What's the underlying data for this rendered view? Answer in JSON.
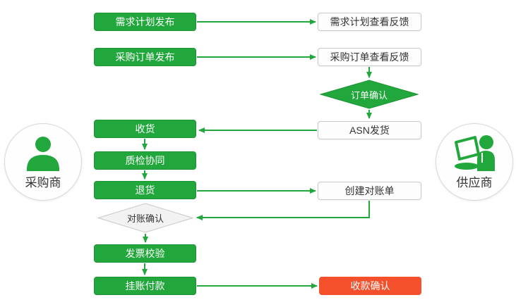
{
  "palette": {
    "green": "#21A73C",
    "green_dark": "#1C9434",
    "red": "#F4502C",
    "box_border": "#C9C9C9",
    "text_dark": "#333333",
    "diamond_fill": "#F2F2F2",
    "circle_border": "#D8D8D8"
  },
  "actors": {
    "buyer": {
      "label": "采购商"
    },
    "supplier": {
      "label": "供应商"
    }
  },
  "nodes": {
    "demand_plan": {
      "label": "需求计划发布",
      "style": "green-box"
    },
    "demand_feedback": {
      "label": "需求计划查看反馈",
      "style": "white-box"
    },
    "po_publish": {
      "label": "采购订单发布",
      "style": "green-box"
    },
    "po_feedback": {
      "label": "采购订单查看反馈",
      "style": "white-box"
    },
    "order_confirm": {
      "label": "订单确认",
      "style": "green-diamond"
    },
    "asn_ship": {
      "label": "ASN发货",
      "style": "white-box"
    },
    "receive": {
      "label": "收货",
      "style": "green-box"
    },
    "quality": {
      "label": "质检协同",
      "style": "green-box"
    },
    "return_goods": {
      "label": "退货",
      "style": "green-box"
    },
    "create_statement": {
      "label": "创建对账单",
      "style": "white-box"
    },
    "statement_confirm": {
      "label": "对账确认",
      "style": "gray-diamond"
    },
    "invoice_check": {
      "label": "发票校验",
      "style": "green-box"
    },
    "payment": {
      "label": "挂账付款",
      "style": "green-box"
    },
    "receipt_confirm": {
      "label": "收款确认",
      "style": "red-box"
    }
  },
  "edges": [
    {
      "from": "demand_plan",
      "to": "demand_feedback"
    },
    {
      "from": "po_publish",
      "to": "po_feedback"
    },
    {
      "from": "po_feedback",
      "to": "order_confirm"
    },
    {
      "from": "order_confirm",
      "to": "asn_ship"
    },
    {
      "from": "asn_ship",
      "to": "receive"
    },
    {
      "from": "receive",
      "to": "quality"
    },
    {
      "from": "quality",
      "to": "return_goods"
    },
    {
      "from": "return_goods",
      "to": "create_statement"
    },
    {
      "from": "create_statement",
      "to": "statement_confirm"
    },
    {
      "from": "statement_confirm",
      "to": "invoice_check"
    },
    {
      "from": "invoice_check",
      "to": "payment"
    },
    {
      "from": "payment",
      "to": "receipt_confirm"
    }
  ]
}
